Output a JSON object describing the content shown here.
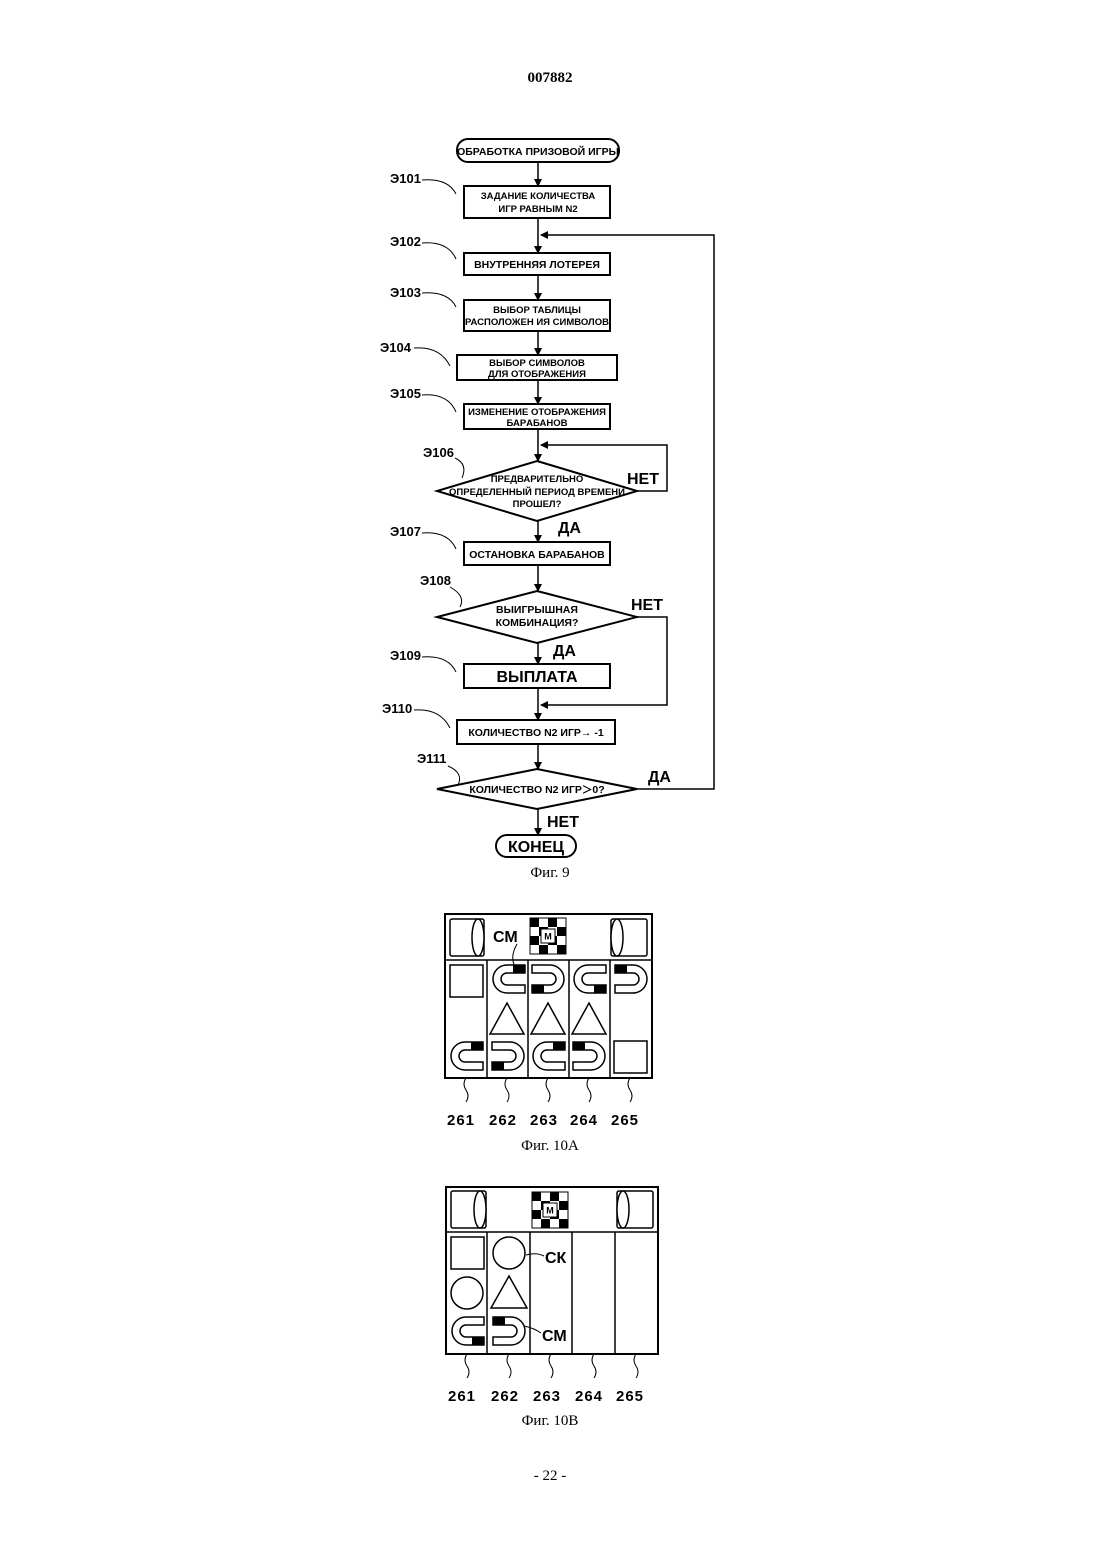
{
  "header": {
    "doc_number": "007882"
  },
  "footer": {
    "page_number": "- 22 -"
  },
  "fig9": {
    "caption": "Фиг. 9",
    "start": "ОБРАБОТКА ПРИЗОВОЙ ИГРЫ",
    "steps": [
      {
        "id": "Э101",
        "lines": [
          "ЗАДАНИЕ КОЛИЧЕСТВА",
          "ИГР РАВНЫМ N2"
        ]
      },
      {
        "id": "Э102",
        "lines": [
          "ВНУТРЕННЯЯ ЛОТЕРЕЯ"
        ]
      },
      {
        "id": "Э103",
        "lines": [
          "ВЫБОР ТАБЛИЦЫ",
          "РАСПОЛОЖЕН ИЯ СИМВОЛОВ"
        ]
      },
      {
        "id": "Э104",
        "lines": [
          "ВЫБОР СИМВОЛОВ",
          "ДЛЯ ОТОБРАЖЕНИЯ"
        ]
      },
      {
        "id": "Э105",
        "lines": [
          "ИЗМЕНЕНИE ОТОБРАЖЕНИЯ",
          "БАРAБАНОВ"
        ]
      },
      {
        "id": "Э106",
        "lines": [
          "ПРЕДВАРИТЕЛЬНО",
          "ОПРЕДЕЛЕННЫЙ ПЕРИОД ВРЕМЕНИ",
          "ПРОШЕЛ?"
        ]
      },
      {
        "id": "Э107",
        "lines": [
          "ОСТАНОВКА БАРАБАНОВ"
        ]
      },
      {
        "id": "Э108",
        "lines": [
          "ВЫИГРЫШНАЯ",
          "КОМБИНАЦИЯ?"
        ]
      },
      {
        "id": "Э109",
        "lines": [
          "ВЫПЛАТА"
        ]
      },
      {
        "id": "Э110",
        "lines": [
          "КОЛИЧЕСТВО N2 ИГР→ -1"
        ]
      },
      {
        "id": "Э111",
        "lines": [
          "КОЛИЧЕСТВО N2 ИГР＞0?"
        ]
      }
    ],
    "yes": "ДА",
    "no": "НЕТ",
    "end": "КОНЕЦ"
  },
  "fig10a": {
    "caption": "Фиг. 10А",
    "label_cm": "СМ",
    "mark_m": "М",
    "reels": [
      "261",
      "262",
      "263",
      "264",
      "265"
    ]
  },
  "fig10b": {
    "caption": "Фиг. 10В",
    "label_ck": "СК",
    "label_cm": "СМ",
    "mark_m": "М",
    "reels": [
      "261",
      "262",
      "263",
      "264",
      "265"
    ]
  }
}
